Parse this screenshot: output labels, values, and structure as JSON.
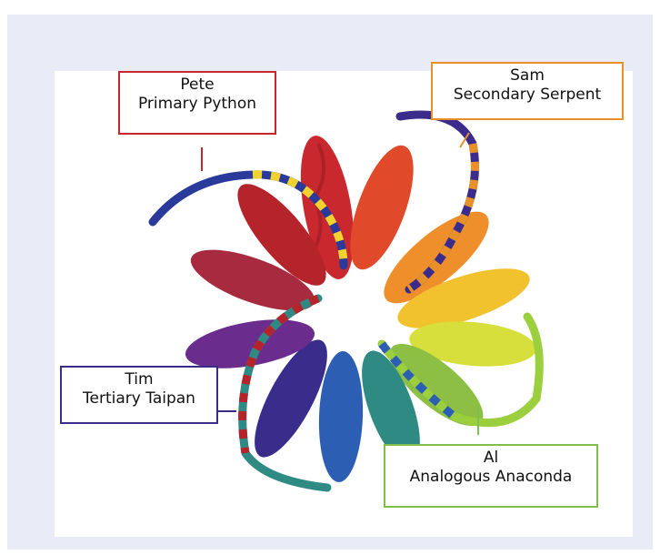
{
  "labels": {
    "pete": {
      "name": "Pete",
      "title": "Primary Python",
      "color": "#c8252c"
    },
    "sam": {
      "name": "Sam",
      "title": "Secondary Serpent",
      "color": "#e8902a"
    },
    "tim": {
      "name": "Tim",
      "title": "Tertiary Taipan",
      "color": "#3b2c8a"
    },
    "al": {
      "name": "Al",
      "title": "Analogous Anaconda",
      "color": "#7fbf4d"
    }
  },
  "colors": {
    "frame_background": "#e9ecf6",
    "photo_background": "#ffffff",
    "yarn_wheel": [
      "#c9282e",
      "#d9432a",
      "#e8902a",
      "#f2c12e",
      "#d6df3a",
      "#9bc746",
      "#2e8f8a",
      "#2c66b8",
      "#3d2c8e",
      "#6b2c8f",
      "#a8283e",
      "#b8242b"
    ]
  }
}
